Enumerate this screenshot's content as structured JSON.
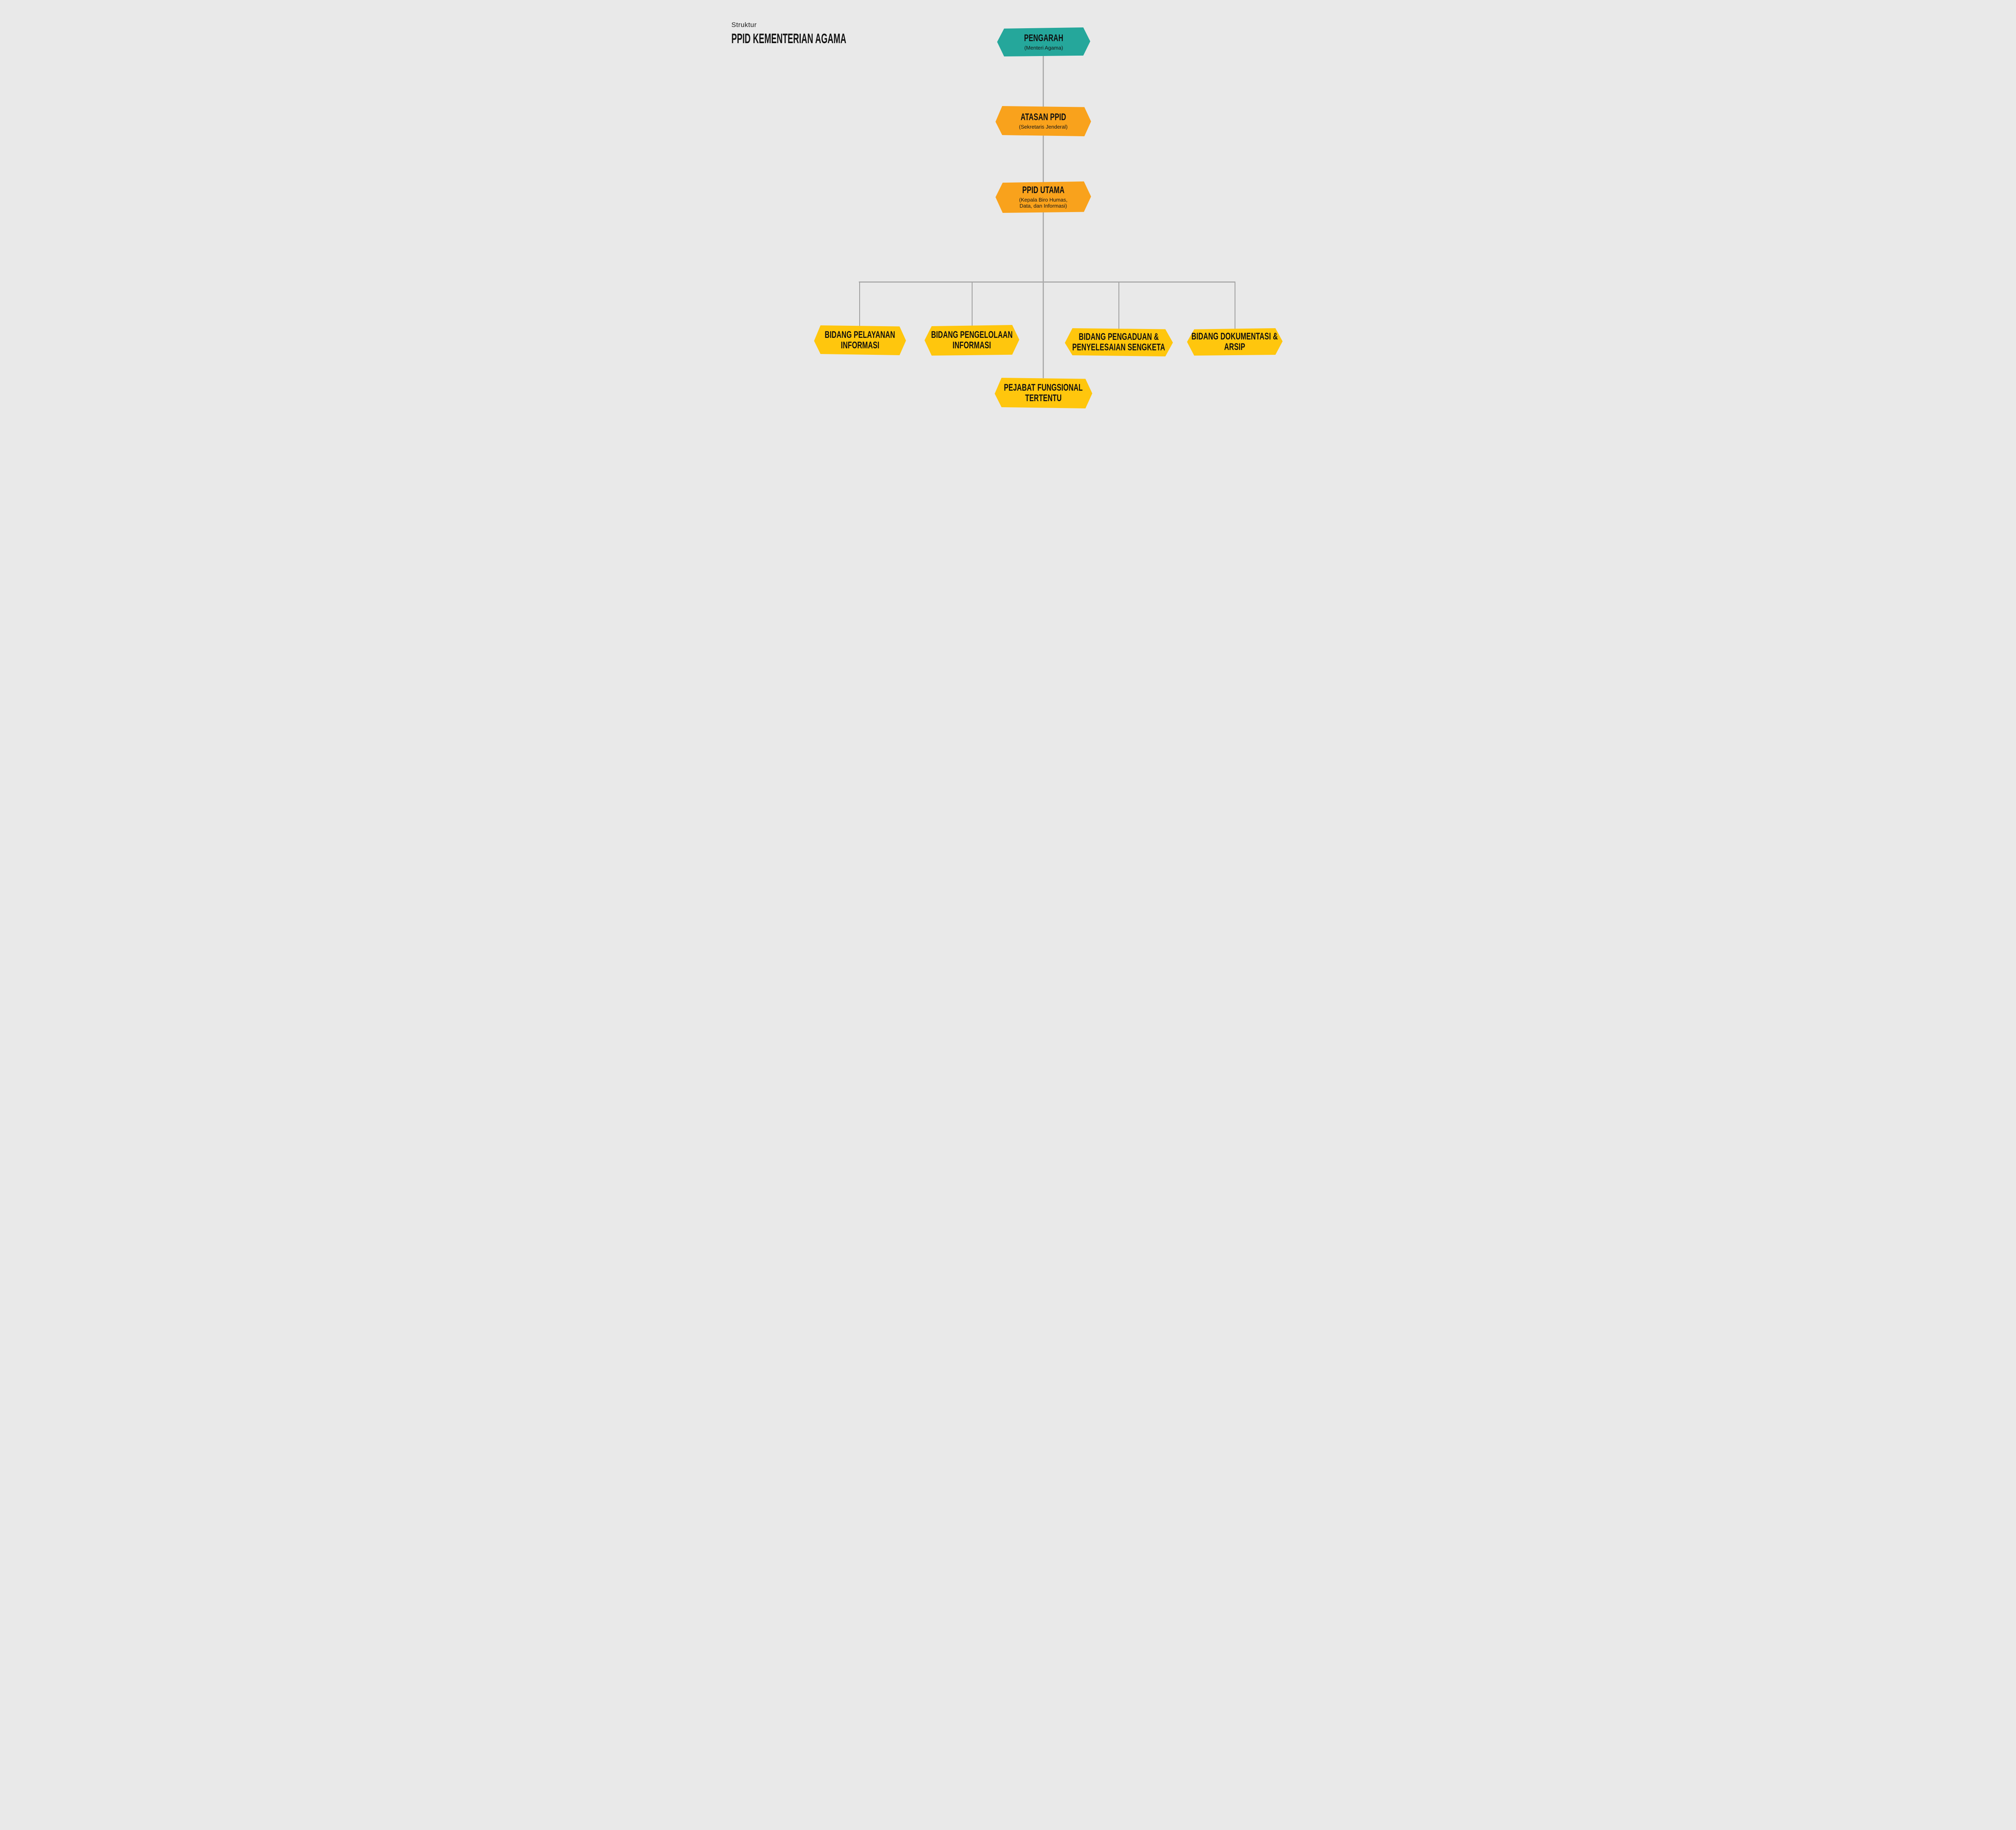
{
  "title": {
    "eyebrow": "Struktur",
    "heading": "PPID KEMENTERIAN AGAMA"
  },
  "colors": {
    "background": "#E9E9E9",
    "teal": "#25A79B",
    "orange": "#F9A21C",
    "gold": "#FFC60D",
    "connector": "#ACACAC",
    "connector_drop": "#9D9D9D",
    "text": "#0F0F0F"
  },
  "nodes": [
    {
      "id": "pengarah",
      "color": "teal",
      "title_lines": [
        "PENGARAH"
      ],
      "subtitle_lines": [
        "(Menteri Agama)"
      ]
    },
    {
      "id": "atasan-ppid",
      "color": "orange",
      "title_lines": [
        "ATASAN PPID"
      ],
      "subtitle_lines": [
        "(Sekretaris Jenderal)"
      ]
    },
    {
      "id": "ppid-utama",
      "color": "orange",
      "title_lines": [
        "PPID UTAMA"
      ],
      "subtitle_lines": [
        "(Kepala Biro Humas,",
        "Data, dan Informasi)"
      ]
    },
    {
      "id": "bidang-pelayanan-informasi",
      "color": "gold",
      "title_lines": [
        "BIDANG PELAYANAN",
        "INFORMASI"
      ]
    },
    {
      "id": "bidang-pengelolaan-informasi",
      "color": "gold",
      "title_lines": [
        "BIDANG PENGELOLAAN",
        "INFORMASI"
      ]
    },
    {
      "id": "bidang-pengaduan-penyelesaian-sengketa",
      "color": "gold",
      "title_lines": [
        "BIDANG PENGADUAN &",
        "PENYELESAIAN SENGKETA"
      ]
    },
    {
      "id": "bidang-dokumentasi-arsip",
      "color": "gold",
      "title_lines": [
        "BIDANG DOKUMENTASI &",
        "ARSIP"
      ]
    },
    {
      "id": "pejabat-fungsional-tertentu",
      "color": "gold",
      "title_lines": [
        "PEJABAT FUNGSIONAL",
        "TERTENTU"
      ]
    }
  ],
  "edges": [
    [
      "pengarah",
      "atasan-ppid"
    ],
    [
      "atasan-ppid",
      "ppid-utama"
    ],
    [
      "ppid-utama",
      "bidang-pelayanan-informasi"
    ],
    [
      "ppid-utama",
      "bidang-pengelolaan-informasi"
    ],
    [
      "ppid-utama",
      "bidang-pengaduan-penyelesaian-sengketa"
    ],
    [
      "ppid-utama",
      "bidang-dokumentasi-arsip"
    ],
    [
      "ppid-utama",
      "pejabat-fungsional-tertentu"
    ]
  ]
}
